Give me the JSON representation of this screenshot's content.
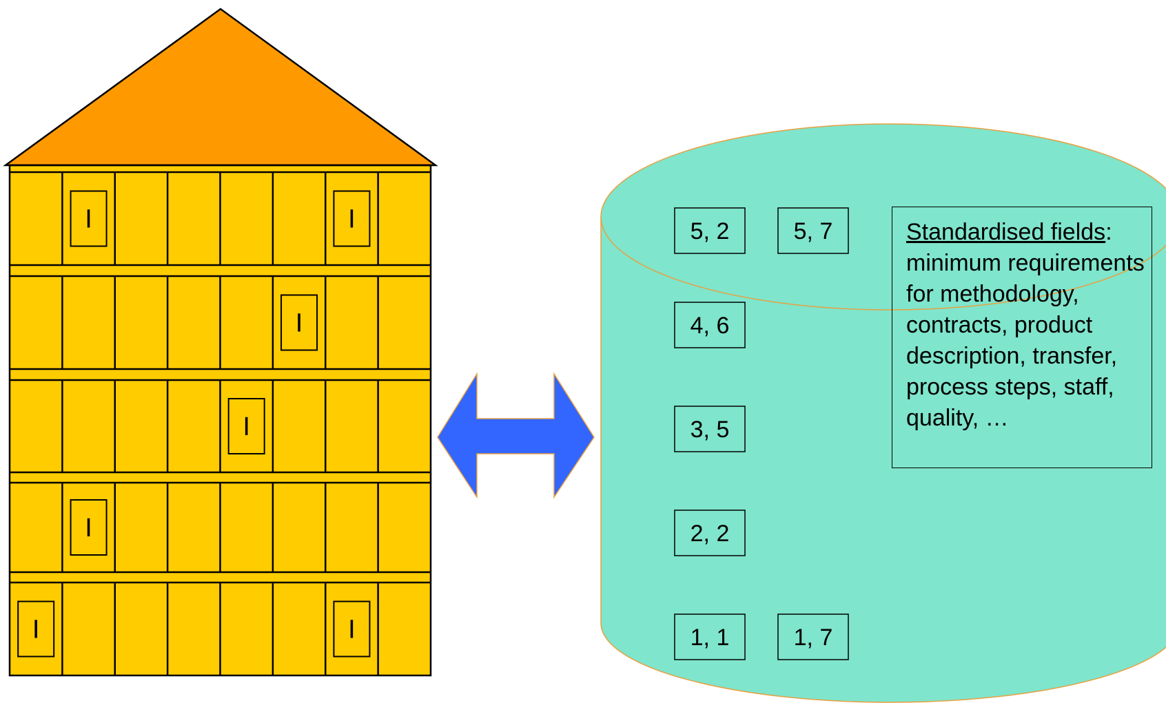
{
  "building": {
    "roof_color": "#FF9900",
    "wall_color": "#FFCC00",
    "floors": 5,
    "columns": 8,
    "marker_label": "I",
    "markers": [
      {
        "floor": 5,
        "column": 2
      },
      {
        "floor": 5,
        "column": 7
      },
      {
        "floor": 4,
        "column": 6
      },
      {
        "floor": 3,
        "column": 5
      },
      {
        "floor": 2,
        "column": 2
      },
      {
        "floor": 1,
        "column": 1
      },
      {
        "floor": 1,
        "column": 7
      }
    ]
  },
  "arrow": {
    "color": "#3366FF",
    "type": "double-headed"
  },
  "database": {
    "fill_color": "#7FE5CC",
    "outline_color": "#E8A040",
    "cells": [
      {
        "label": "5, 2",
        "row": 0,
        "col": 0
      },
      {
        "label": "5, 7",
        "row": 0,
        "col": 1
      },
      {
        "label": "4, 6",
        "row": 1,
        "col": 0
      },
      {
        "label": "3, 5",
        "row": 2,
        "col": 0
      },
      {
        "label": "2, 2",
        "row": 3,
        "col": 0
      },
      {
        "label": "1, 1",
        "row": 4,
        "col": 0
      },
      {
        "label": "1, 7",
        "row": 4,
        "col": 1
      }
    ]
  },
  "info": {
    "heading": "Standardised fields",
    "heading_suffix": ":",
    "body": "minimum requirements for methodology, contracts, product description, transfer, process steps, staff, quality, …"
  }
}
